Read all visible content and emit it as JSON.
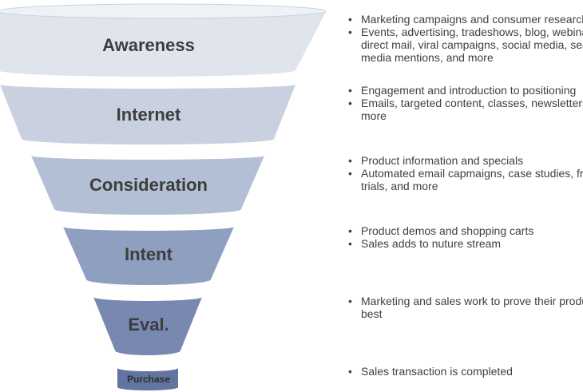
{
  "stages": [
    {
      "label": "Awareness",
      "notes": [
        "Marketing campaigns and consumer research",
        "Events, advertising, tradeshows, blog, webinars,\ndirect mail, viral campaigns, social media, search,\nmedia mentions, and more"
      ]
    },
    {
      "label": "Internet",
      "notes": [
        "Engagement and introduction to positioning",
        "Emails, targeted content, classes, newsletters, and\nmore"
      ]
    },
    {
      "label": "Consideration",
      "notes": [
        "Product information and specials",
        "Automated email capmaigns, case studies, free\ntrials, and more"
      ]
    },
    {
      "label": "Intent",
      "notes": [
        "Product demos and shopping carts",
        "Sales adds to nuture stream"
      ]
    },
    {
      "label": "Eval.",
      "notes": [
        "Marketing and sales work to prove their product is\nbest"
      ]
    },
    {
      "label": "Purchase",
      "notes": [
        "Sales transaction is completed"
      ]
    }
  ],
  "colors": {
    "stage_fills": [
      "#dfe4ed",
      "#c9d1e0",
      "#b3bfd4",
      "#8f9fbf",
      "#7888b0",
      "#6474a0"
    ],
    "rim": "#eef1f6",
    "label": "#3d3d3d",
    "notes_text": "#404040"
  }
}
